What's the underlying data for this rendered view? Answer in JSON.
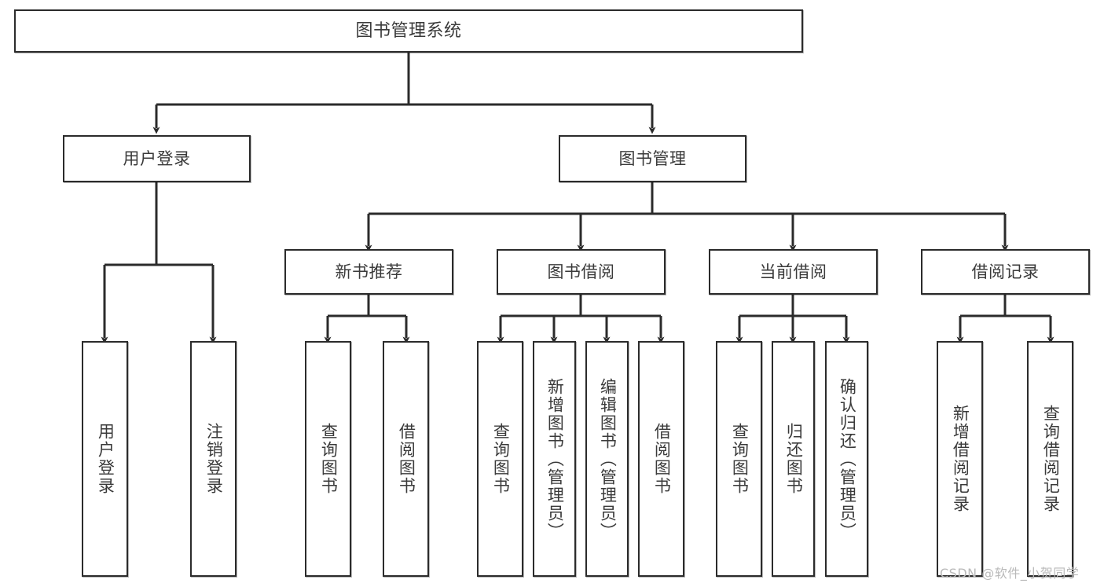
{
  "diagram": {
    "title": "图书管理系统",
    "watermark": "CSDN @软件_小贺同学",
    "stroke_color": "#2b2b2b",
    "text_color": "#3a3a3a",
    "background": "#ffffff",
    "root": {
      "label": "图书管理系统"
    },
    "level2": [
      {
        "id": "user-login",
        "label": "用户登录"
      },
      {
        "id": "book-manage",
        "label": "图书管理"
      }
    ],
    "level3": [
      {
        "id": "new-book-recommend",
        "label": "新书推荐"
      },
      {
        "id": "book-borrow",
        "label": "图书借阅"
      },
      {
        "id": "current-borrow",
        "label": "当前借阅"
      },
      {
        "id": "borrow-record",
        "label": "借阅记录"
      }
    ],
    "leaves": [
      {
        "id": "leaf-user-login",
        "label": "用户登录",
        "parent": "user-login"
      },
      {
        "id": "leaf-logout-login",
        "label": "注销登录",
        "parent": "user-login"
      },
      {
        "id": "leaf-query-book-1",
        "label": "查询图书",
        "parent": "new-book-recommend"
      },
      {
        "id": "leaf-borrow-book-1",
        "label": "借阅图书",
        "parent": "new-book-recommend"
      },
      {
        "id": "leaf-query-book-2",
        "label": "查询图书",
        "parent": "book-borrow"
      },
      {
        "id": "leaf-add-book",
        "label": "新增图书（管理员）",
        "parent": "book-borrow"
      },
      {
        "id": "leaf-edit-book",
        "label": "编辑图书（管理员）",
        "parent": "book-borrow"
      },
      {
        "id": "leaf-borrow-book-2",
        "label": "借阅图书",
        "parent": "book-borrow"
      },
      {
        "id": "leaf-query-book-3",
        "label": "查询图书",
        "parent": "current-borrow"
      },
      {
        "id": "leaf-return-book",
        "label": "归还图书",
        "parent": "current-borrow"
      },
      {
        "id": "leaf-confirm-return",
        "label": "确认归还（管理员）",
        "parent": "current-borrow"
      },
      {
        "id": "leaf-add-record",
        "label": "新增借阅记录",
        "parent": "borrow-record"
      },
      {
        "id": "leaf-query-record",
        "label": "查询借阅记录",
        "parent": "borrow-record"
      }
    ]
  }
}
